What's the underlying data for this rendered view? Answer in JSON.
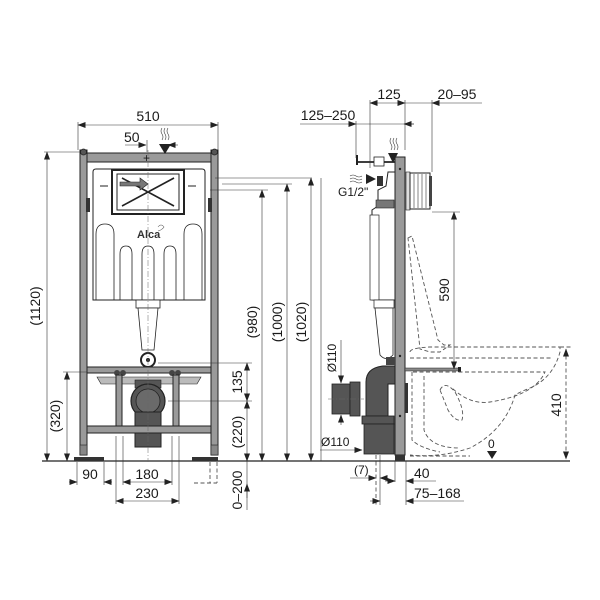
{
  "front_view": {
    "width_total": "510",
    "offset_top": "50",
    "height_total": "(1120)",
    "height_lower_bar": "(320)",
    "height_980": "(980)",
    "height_1000": "(1000)",
    "height_1020": "(1020)",
    "height_135": "135",
    "height_220": "(220)",
    "foot_90": "90",
    "span_180": "180",
    "span_230": "230",
    "adjust_0_200": "0–200",
    "logo_text": "Alca"
  },
  "side_view": {
    "depth_125": "125",
    "depth_20_95": "20–95",
    "depth_125_250": "125–250",
    "water_inlet": "G1/2\"",
    "height_590": "590",
    "drain_dia_top": "Ø110",
    "drain_dia_bottom": "Ø110",
    "offset_7": "(7)",
    "offset_40": "40",
    "offset_75_168": "75–168",
    "height_410": "410",
    "floor_level": "0"
  }
}
